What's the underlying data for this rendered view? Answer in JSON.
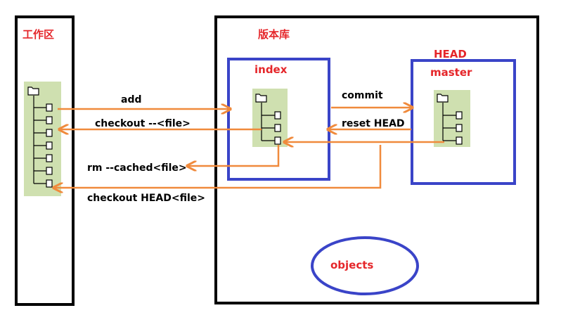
{
  "regions": {
    "workspace": "工作区",
    "repository": "版本库",
    "index": "index",
    "head": "HEAD",
    "master": "master",
    "objects": "objects"
  },
  "operations": {
    "add": "add",
    "checkout_file": "checkout --<file>",
    "commit": "commit",
    "reset_head": "reset HEAD",
    "rm_cached": "rm --cached<file>",
    "checkout_head_file": "checkout HEAD<file>"
  },
  "colors": {
    "box_black": "#000000",
    "box_blue": "#3a44c8",
    "arrow": "#f08a3c",
    "label_red": "#e5262a",
    "tree_bg": "#cfe0b0"
  }
}
